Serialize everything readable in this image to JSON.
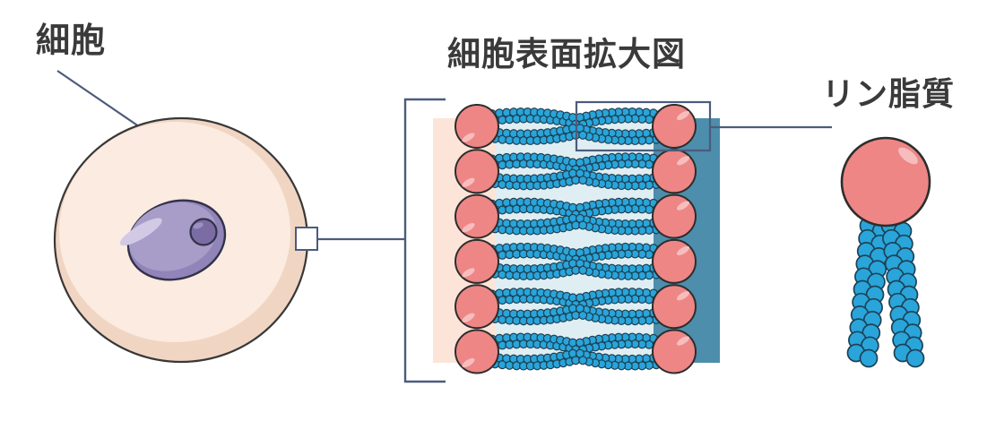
{
  "figure": {
    "cell": {
      "label": "細胞"
    },
    "surface": {
      "title": "細胞表面拡大図"
    },
    "phospholipid": {
      "label": "リン脂質"
    }
  },
  "bilayer": {
    "rows": 6,
    "leaflets": 2,
    "tails_per_lipid": 2,
    "beads_per_tail_row": 13
  },
  "molecule": {
    "tails": 2,
    "bead_rows_per_tail": 11
  },
  "colors": {
    "background": "#ffffff",
    "text": "#3a3a3a",
    "line": "#4d5b7c",
    "cell_outline": "#383838",
    "cell_base": "#f1d5c3",
    "cell_inner": "#fbebe0",
    "nucleus_main": "#a89cc8",
    "nucleus_shade": "#9184b8",
    "nucleus_highlight": "#d2cae5",
    "nucleolus": "#7b6da3",
    "nucleolus_highlight": "#9c90c4",
    "nucleus_outline": "#32324a",
    "head_fill": "#ee8686",
    "head_light": "#f7bdbd",
    "head_outline": "#2d2d2d",
    "bead_fill": "#29a5da",
    "bead_light": "#5fc1eb",
    "bead_outline": "#1d4257",
    "band_peach": "#fce5d8",
    "band_light": "#dfeef3",
    "band_teal": "#4c8eac",
    "box_fill": "#ffffff"
  }
}
